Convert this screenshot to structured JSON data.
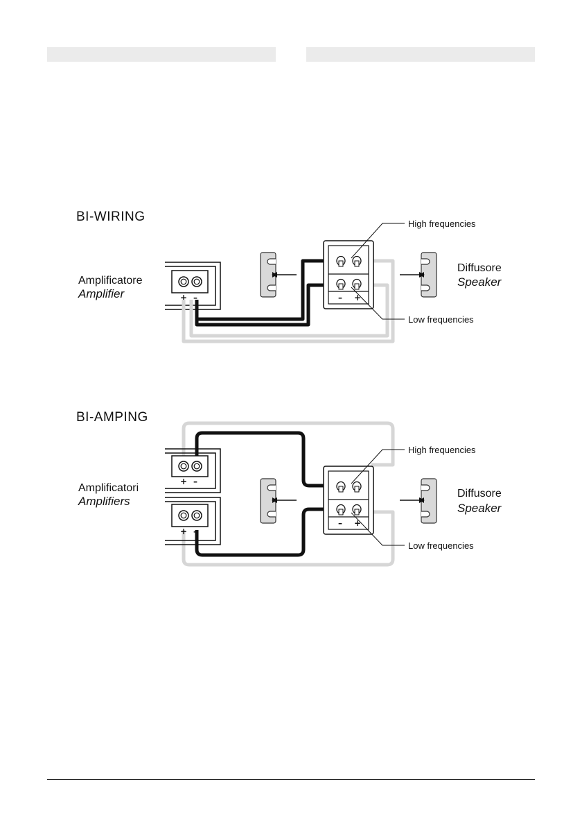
{
  "bi_wiring": {
    "title": "BI-WIRING",
    "amplifier_label_it": "Amplificatore",
    "amplifier_label_en": "Amplifier",
    "speaker_label_it": "Diffusore",
    "speaker_label_en": "Speaker",
    "high_label": "High frequencies",
    "low_label": "Low frequencies",
    "amp_plus": "+",
    "amp_minus": "–",
    "spk_minus": "–",
    "spk_plus": "+"
  },
  "bi_amping": {
    "title": "BI-AMPING",
    "amplifier_label_it": "Amplificatori",
    "amplifier_label_en": "Amplifiers",
    "speaker_label_it": "Diffusore",
    "speaker_label_en": "Speaker",
    "high_label": "High frequencies",
    "low_label": "Low frequencies",
    "amp1_plus": "+",
    "amp1_minus": "–",
    "amp2_plus": "+",
    "amp2_minus": "–",
    "spk_minus": "–",
    "spk_plus": "+"
  },
  "colors": {
    "cable_primary": "#111111",
    "cable_secondary": "#d6d6d6",
    "header_bar": "#ebebeb"
  }
}
